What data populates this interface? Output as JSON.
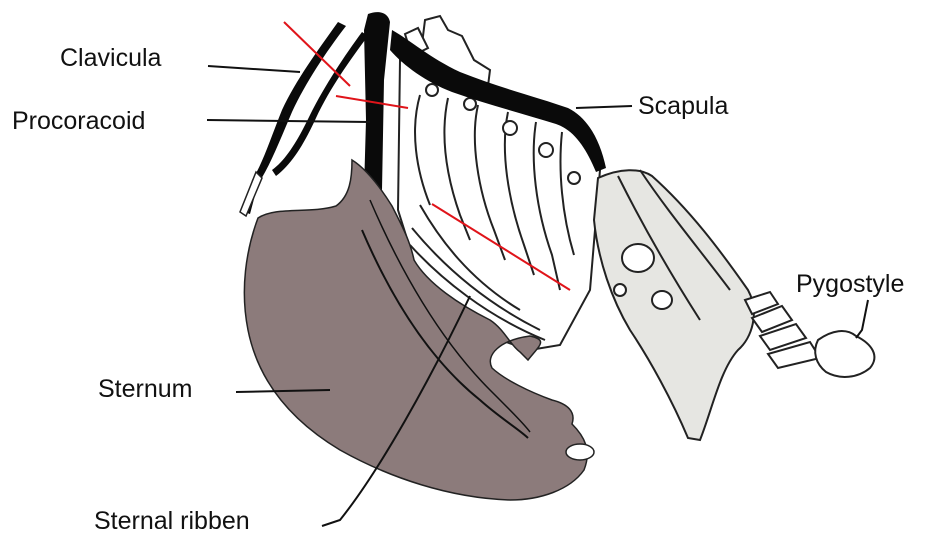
{
  "labels": {
    "clavicula": "Clavicula",
    "procoracoid": "Procoracoid",
    "scapula": "Scapula",
    "pygostyle": "Pygostyle",
    "sternum": "Sternum",
    "sternal_ribben": "Sternal ribben"
  },
  "colors": {
    "sternum_fill": "#8c7b7b",
    "bone_black": "#0a0a0a",
    "highlight_line": "#e0141a",
    "pelvis_fill": "#e6e6e2",
    "outline": "#222222"
  }
}
